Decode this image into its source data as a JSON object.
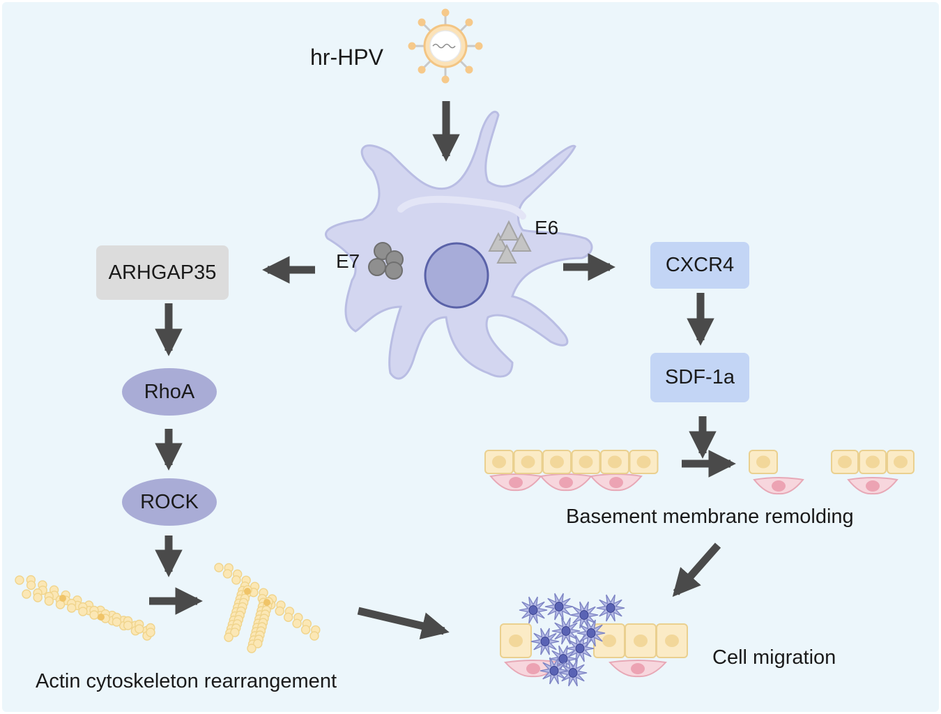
{
  "labels": {
    "virus": "hr-HPV",
    "e6": "E6",
    "e7": "E7",
    "actin": "Actin cytoskeleton rearrangement",
    "basement": "Basement membrane remolding",
    "migration": "Cell migration"
  },
  "nodes": {
    "arhgap35": "ARHGAP35",
    "rhoa": "RhoA",
    "rock": "ROCK",
    "cxcr4": "CXCR4",
    "sdf1a": "SDF-1a"
  },
  "colors": {
    "background": "#ecf6fb",
    "arrow": "#4a4a4a",
    "cell_body": "#d3d6f0",
    "cell_outline": "#b9bde3",
    "nucleus": "#a7acd9",
    "nucleus_outline": "#5a62a8",
    "node_gray": "#dcdcdc",
    "node_blue": "#c3d5f5",
    "node_oval": "#a9acd6",
    "epithelial": "#fbebc6",
    "epithelial_nucleus": "#f2d79a",
    "stromal": "#f7d6dd",
    "stromal_nucleus": "#eca3b3",
    "actin": "#fbe7b5",
    "virus_spike": "#f6c98a"
  }
}
